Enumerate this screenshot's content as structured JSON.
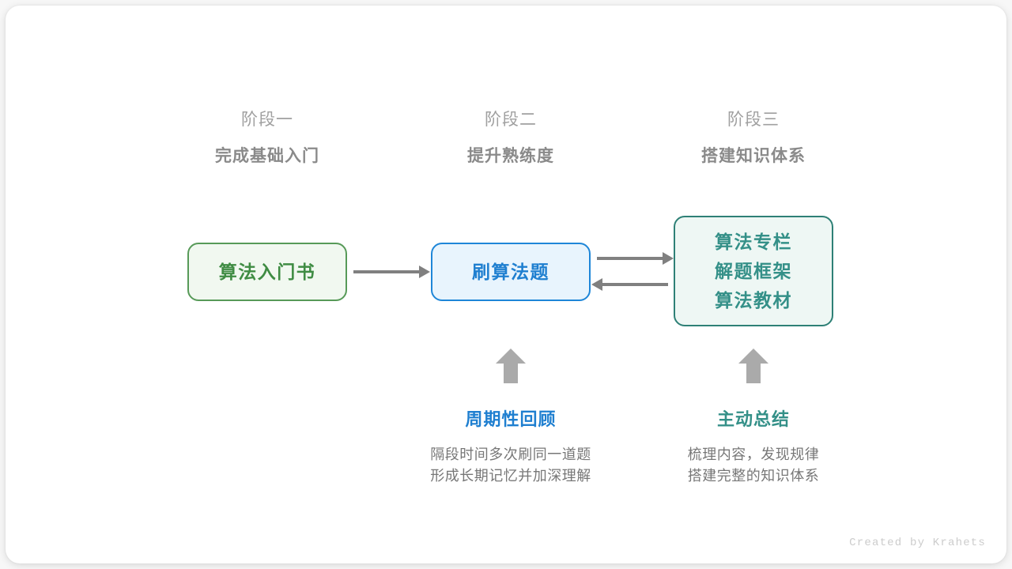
{
  "canvas": {
    "background": "#f7f7f7",
    "card_background": "#ffffff"
  },
  "colors": {
    "green": "#3f8c43",
    "green_border": "#579a58",
    "green_fill": "#f1f8f0",
    "blue": "#1f7fd0",
    "blue_border": "#1e86d8",
    "blue_fill": "#e8f4fd",
    "teal": "#349088",
    "teal_border": "#2e8076",
    "teal_fill": "#eef7f4",
    "arrow_gray": "#808080",
    "block_arrow_gray": "#aaaaaa",
    "heading_gray": "#a0a0a0",
    "heading_bold_gray": "#8a8a8a",
    "body_gray": "#777777",
    "credit_gray": "#cccccc"
  },
  "stages": [
    {
      "number": "阶段一",
      "title": "完成基础入门"
    },
    {
      "number": "阶段二",
      "title": "提升熟练度"
    },
    {
      "number": "阶段三",
      "title": "搭建知识体系"
    }
  ],
  "nodes": {
    "green": {
      "lines": [
        "算法入门书"
      ]
    },
    "blue": {
      "lines": [
        "刷算法题"
      ]
    },
    "teal": {
      "lines": [
        "算法专栏",
        "解题框架",
        "算法教材"
      ]
    }
  },
  "connectors": [
    {
      "name": "green-to-blue",
      "direction": "right"
    },
    {
      "name": "blue-to-teal",
      "direction": "right"
    },
    {
      "name": "teal-to-blue",
      "direction": "left"
    },
    {
      "name": "review-up-arrow",
      "direction": "up"
    },
    {
      "name": "summary-up-arrow",
      "direction": "up"
    }
  ],
  "notes": [
    {
      "title": "周期性回顾",
      "accent": "blue",
      "desc_lines": [
        "隔段时间多次刷同一道题",
        "形成长期记忆并加深理解"
      ]
    },
    {
      "title": "主动总结",
      "accent": "teal",
      "desc_lines": [
        "梳理内容，发现规律",
        "搭建完整的知识体系"
      ]
    }
  ],
  "credit": "Created by Krahets"
}
